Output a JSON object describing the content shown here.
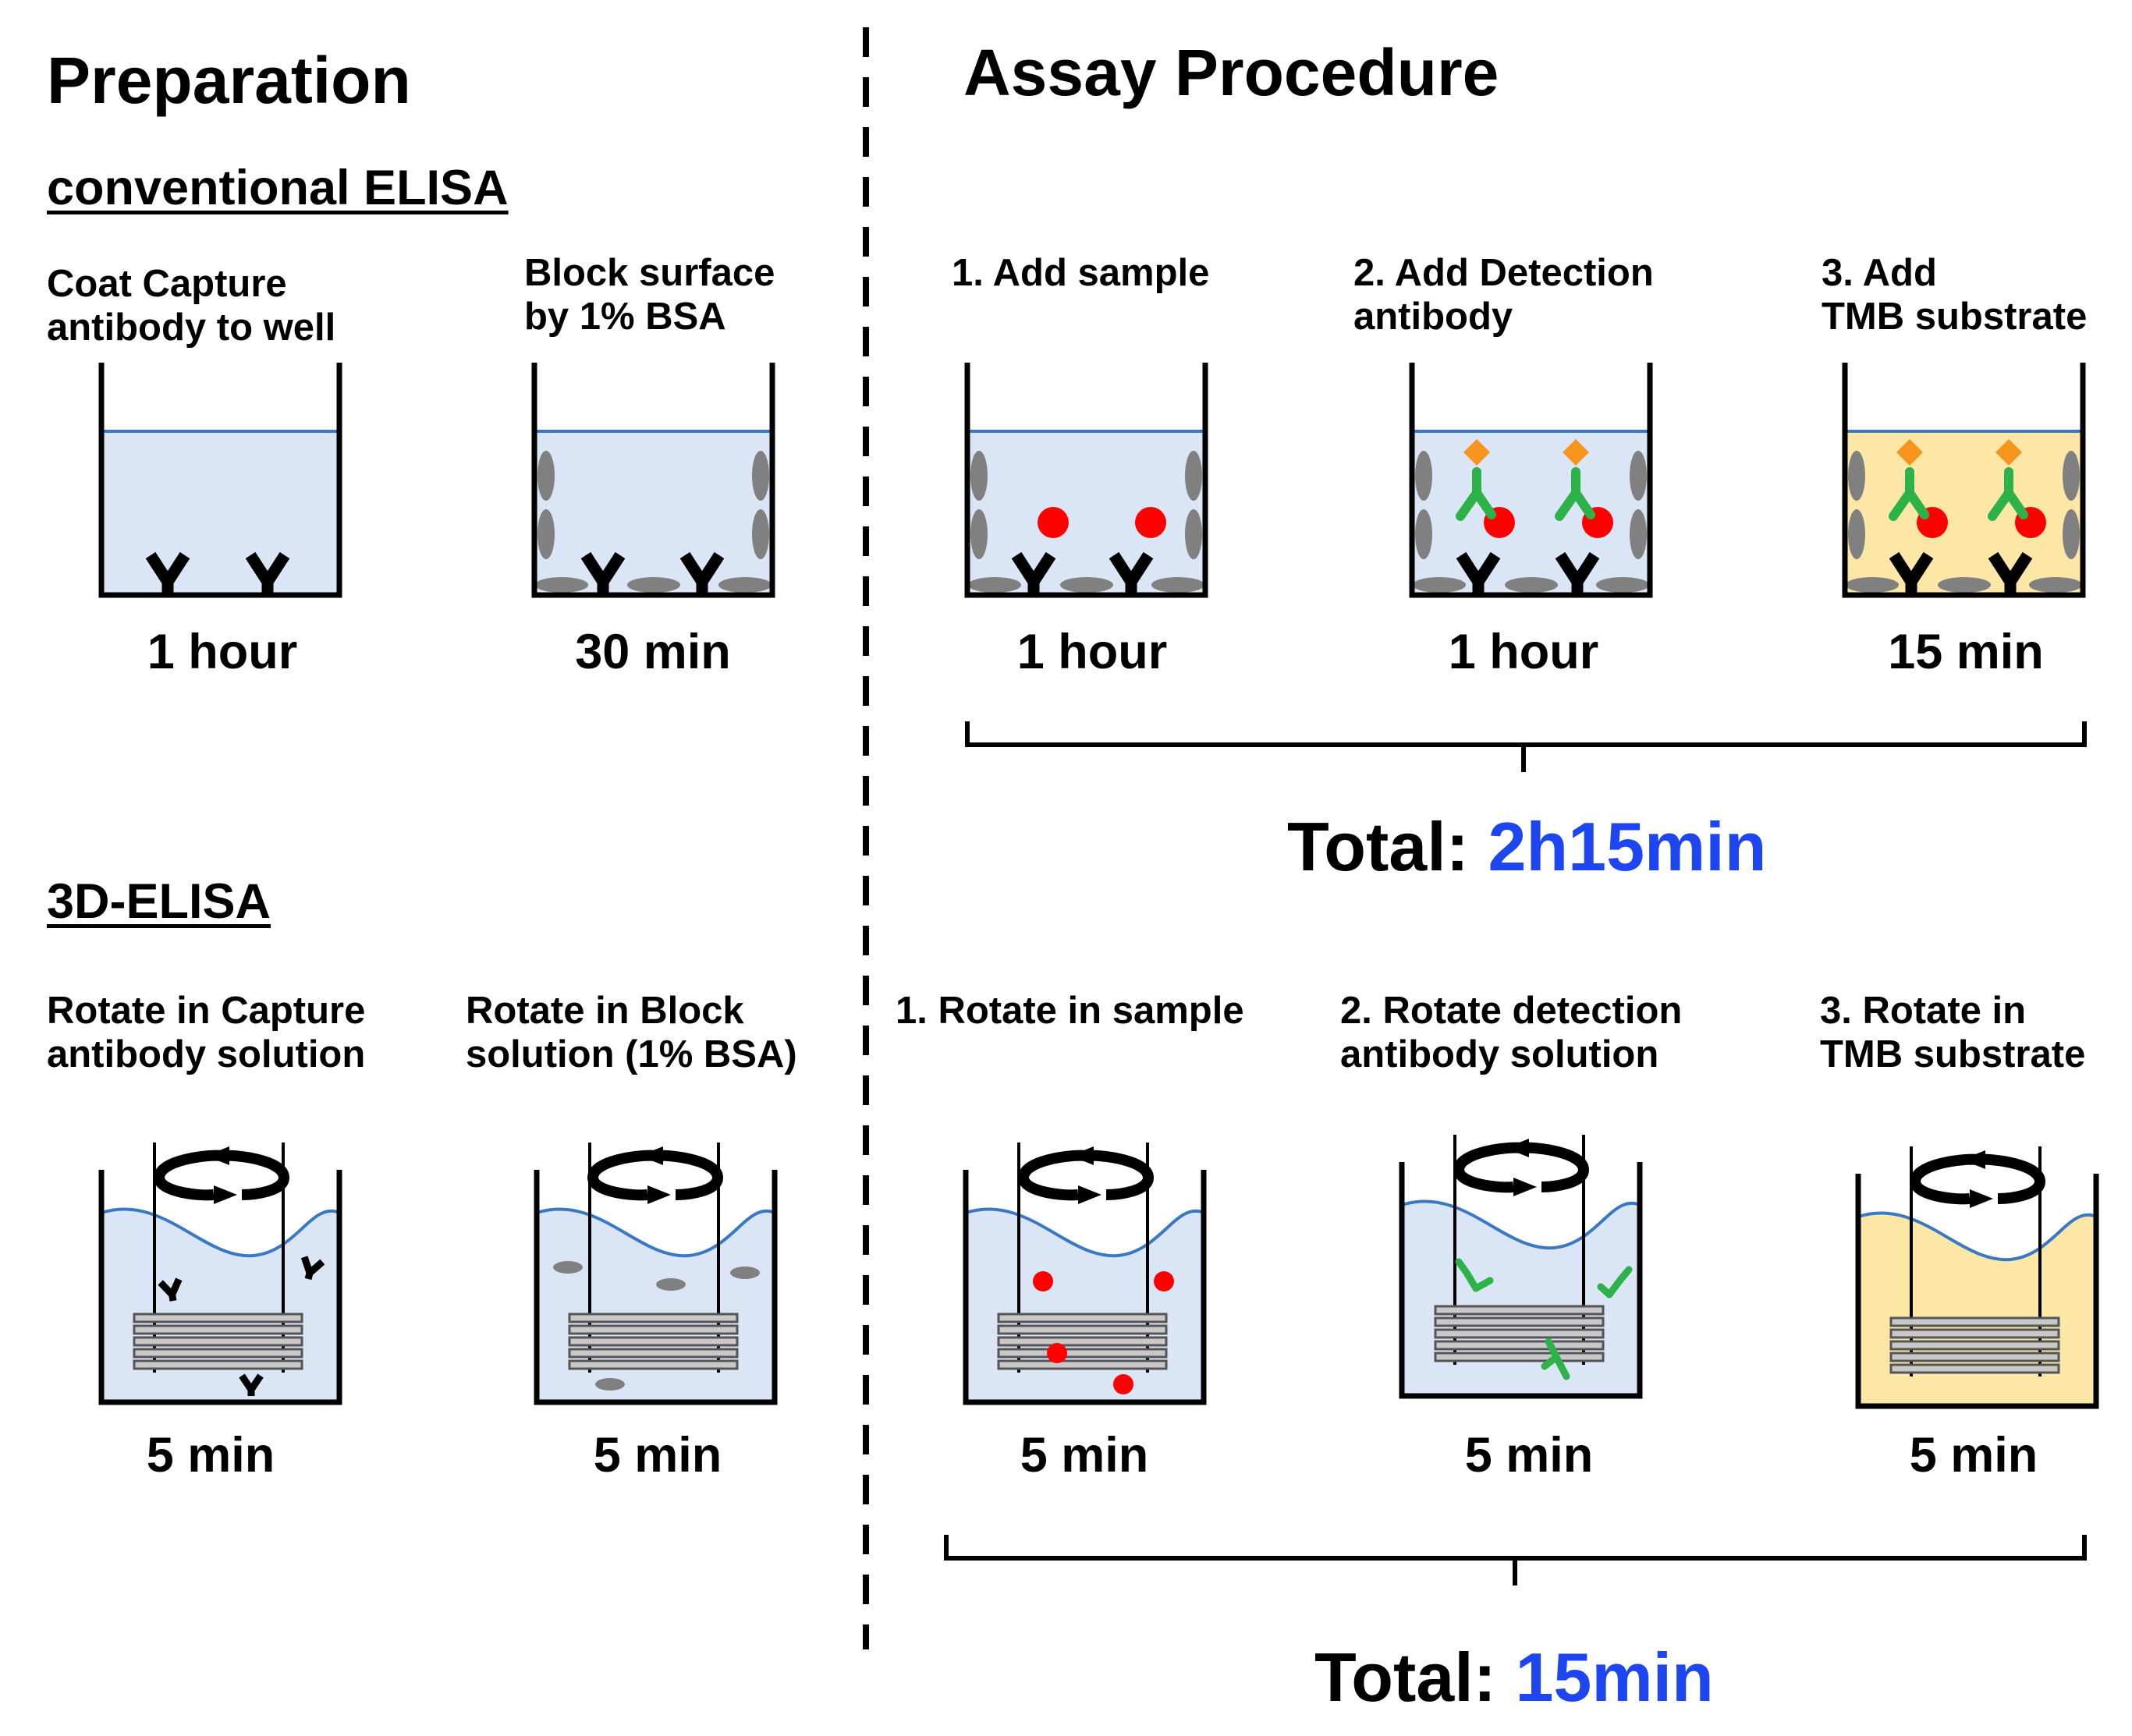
{
  "headings": {
    "preparation": "Preparation",
    "assay": "Assay Procedure",
    "conventional": "conventional ELISA",
    "elisa3d": "3D-ELISA"
  },
  "conventional": {
    "prep": [
      {
        "label": "Coat Capture\nantibody to well",
        "time": "1 hour"
      },
      {
        "label": "Block surface\nby 1% BSA",
        "time": "30 min"
      }
    ],
    "assay": [
      {
        "label": "1. Add sample",
        "time": "1 hour"
      },
      {
        "label": "2. Add Detection\nantibody",
        "time": "1 hour"
      },
      {
        "label": "3. Add\nTMB substrate",
        "time": "15 min"
      }
    ],
    "total_label": "Total:",
    "total_value": "2h15min"
  },
  "elisa3d": {
    "prep": [
      {
        "label": "Rotate in Capture\nantibody solution",
        "time": "5 min"
      },
      {
        "label": "Rotate in Block\nsolution (1% BSA)",
        "time": "5 min"
      }
    ],
    "assay": [
      {
        "label": "1. Rotate in sample",
        "time": "5 min"
      },
      {
        "label": "2. Rotate detection\nantibody solution",
        "time": "5 min"
      },
      {
        "label": "3. Rotate in\nTMB substrate",
        "time": "5 min"
      }
    ],
    "total_label": "Total:",
    "total_value": "15min"
  },
  "colors": {
    "buffer": "#dae5f5",
    "substrate": "#fde7a6",
    "liquid_line": "#3b78c4",
    "antigen": "#ff0000",
    "detection_antibody": "#2db24a",
    "enzyme_label": "#f7941d",
    "blocker": "#808080",
    "total_highlight": "#1e46f0"
  }
}
